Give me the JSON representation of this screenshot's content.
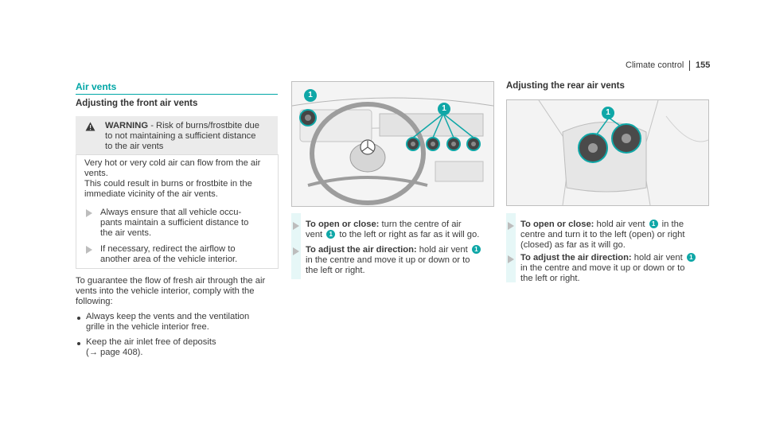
{
  "header": {
    "section_title": "Climate control",
    "page_number": "155"
  },
  "left": {
    "title": "Air vents",
    "subtitle": "Adjusting the front air vents",
    "warning": {
      "label": "WARNING",
      "line1": "- Risk of burns/frostbite due",
      "line2": "to not maintaining a sufficient distance",
      "line3": "to the air vents"
    },
    "info_lines": [
      "Very hot or very cold air can flow from the air",
      "vents.",
      "This could result in burns or frostbite in the",
      "immediate vicinity of the air vents."
    ],
    "info_actions": [
      [
        "Always ensure that all vehicle occu-",
        "pants maintain a sufficient distance to",
        "the air vents."
      ],
      [
        "If necessary, redirect the airflow to",
        "another area of the vehicle interior."
      ]
    ],
    "para_lines": [
      "To guarantee the flow of fresh air through the air",
      "vents into the vehicle interior, comply with the",
      "following:"
    ],
    "bullets": [
      [
        "Always keep the vents and the ventilation",
        "grille in the vehicle interior free."
      ],
      [
        "Keep the air inlet free of deposits",
        "(→ page 408)."
      ]
    ]
  },
  "middle": {
    "callout": "1",
    "action1": {
      "bold": "To open or close:",
      "text1": " turn the centre of air",
      "text2a": "vent ",
      "text2b": " to the left or right as far as it will go."
    },
    "action2": {
      "bold": "To adjust the air direction:",
      "text1a": " hold air vent ",
      "text2": "in the centre and move it up or down or to",
      "text3": "the left or right."
    }
  },
  "right": {
    "title": "Adjusting the rear air vents",
    "callout": "1",
    "action1": {
      "bold": "To open or close:",
      "text1a": " hold air vent ",
      "text1b": " in the",
      "text2": "centre and turn it to the left (open) or right",
      "text3": "(closed) as far as it will go."
    },
    "action2": {
      "bold": "To adjust the air direction:",
      "text1a": " hold air vent ",
      "text2": "in the centre and move it up or down or to",
      "text3": "the left or right."
    }
  },
  "colors": {
    "accent": "#00a6a6",
    "warning_box": "#ebebeb",
    "action_bar": "#e6f7f7"
  },
  "icons": {
    "warning": "warning-triangle-icon",
    "action": "arrow-right-icon",
    "bullet": "bullet-dot-icon"
  }
}
